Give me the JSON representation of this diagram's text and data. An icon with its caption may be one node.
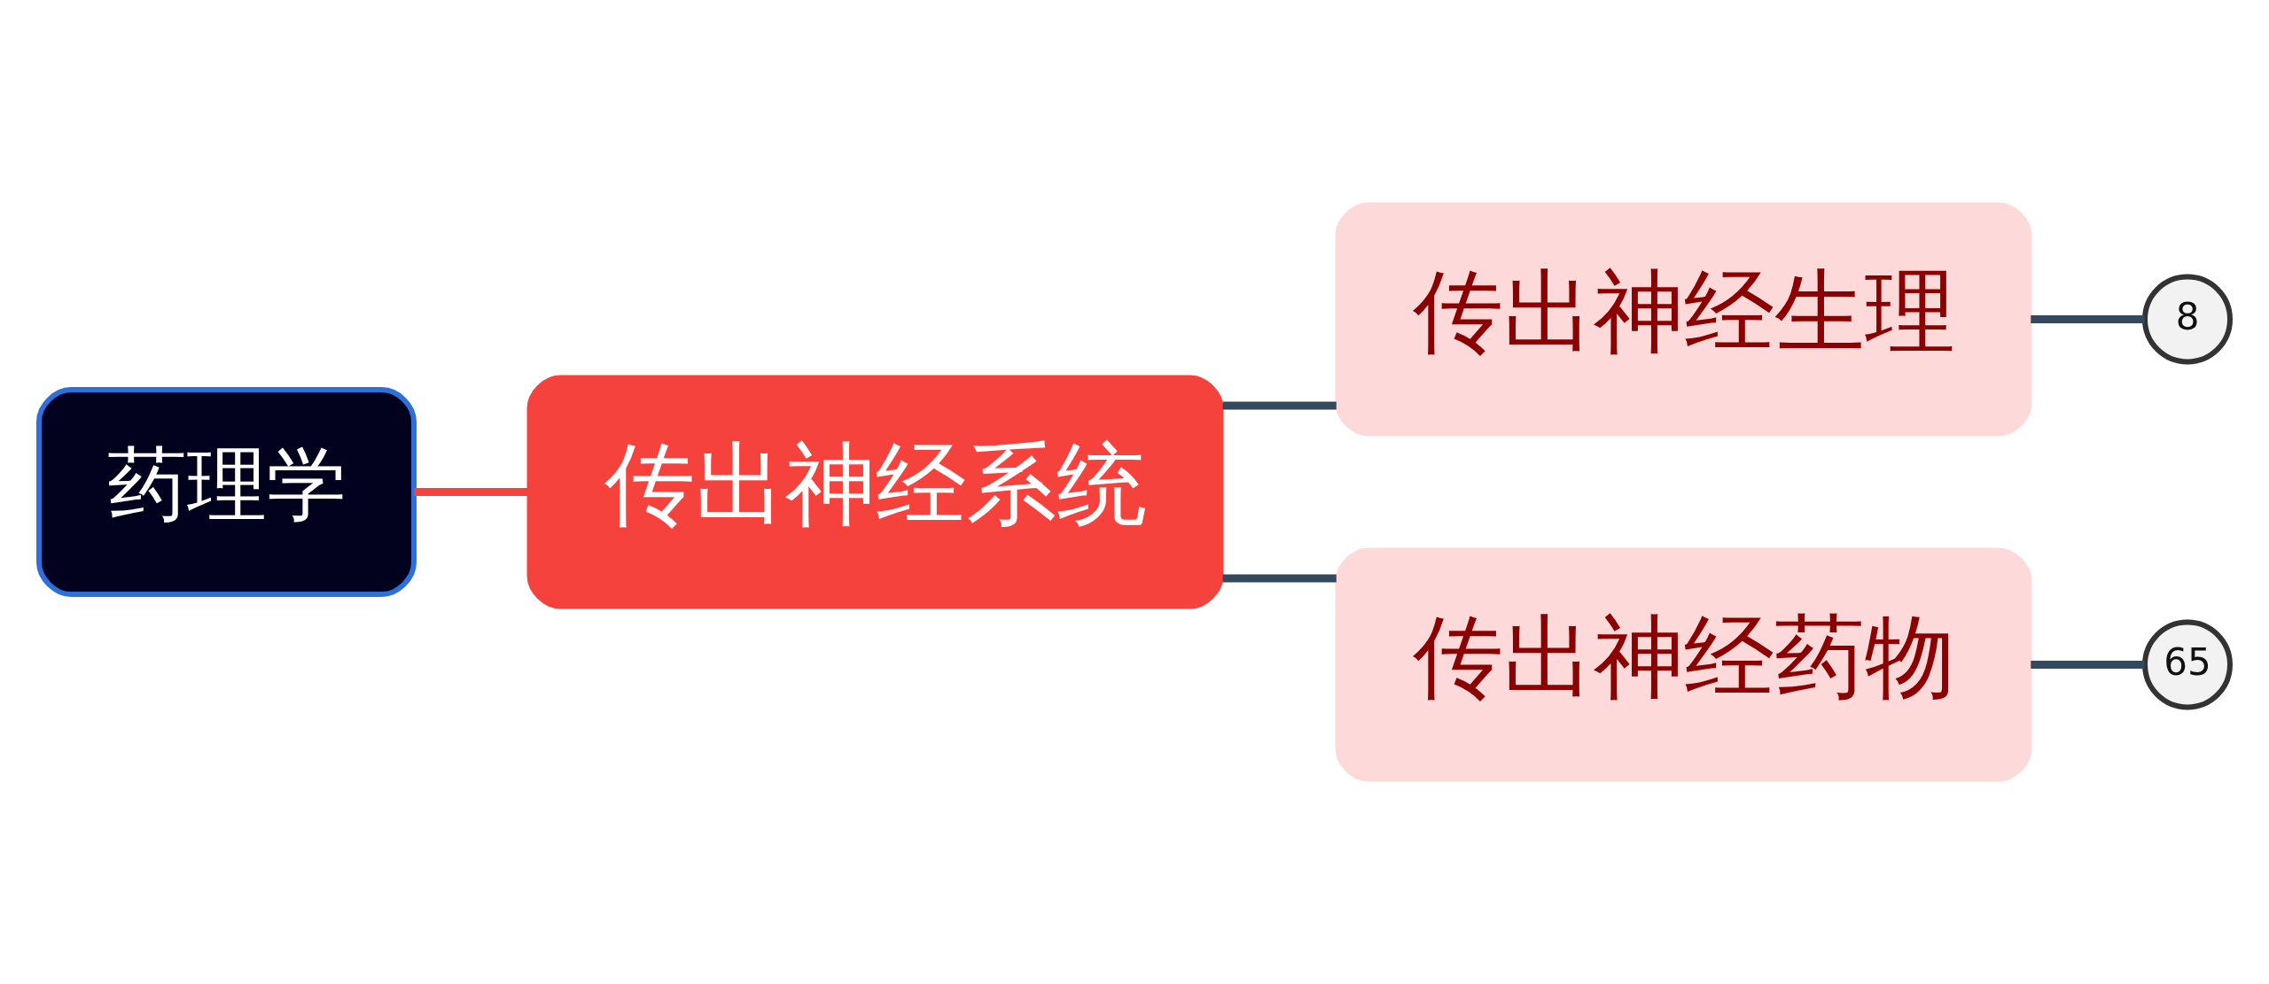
{
  "diagram": {
    "nodes": [
      {
        "text": [
          "药理学"
        ]
      },
      {
        "text": [
          "传出神经系统"
        ]
      },
      {
        "text": [
          "传出神经生理"
        ]
      },
      {
        "text": [
          "传出神经药物"
        ]
      },
      {
        "text": [
          "8"
        ]
      },
      {
        "text": [
          "65"
        ]
      }
    ],
    "edges": [
      {
        "from": 0,
        "to": 1,
        "arrow": "none",
        "color": "#f5423c"
      },
      {
        "from": 1,
        "to": 2,
        "arrow": "none"
      },
      {
        "from": 1,
        "to": 3,
        "arrow": "none"
      },
      {
        "from": 2,
        "to": 4,
        "arrow": "none"
      },
      {
        "from": 3,
        "to": 5,
        "arrow": "none"
      }
    ]
  }
}
